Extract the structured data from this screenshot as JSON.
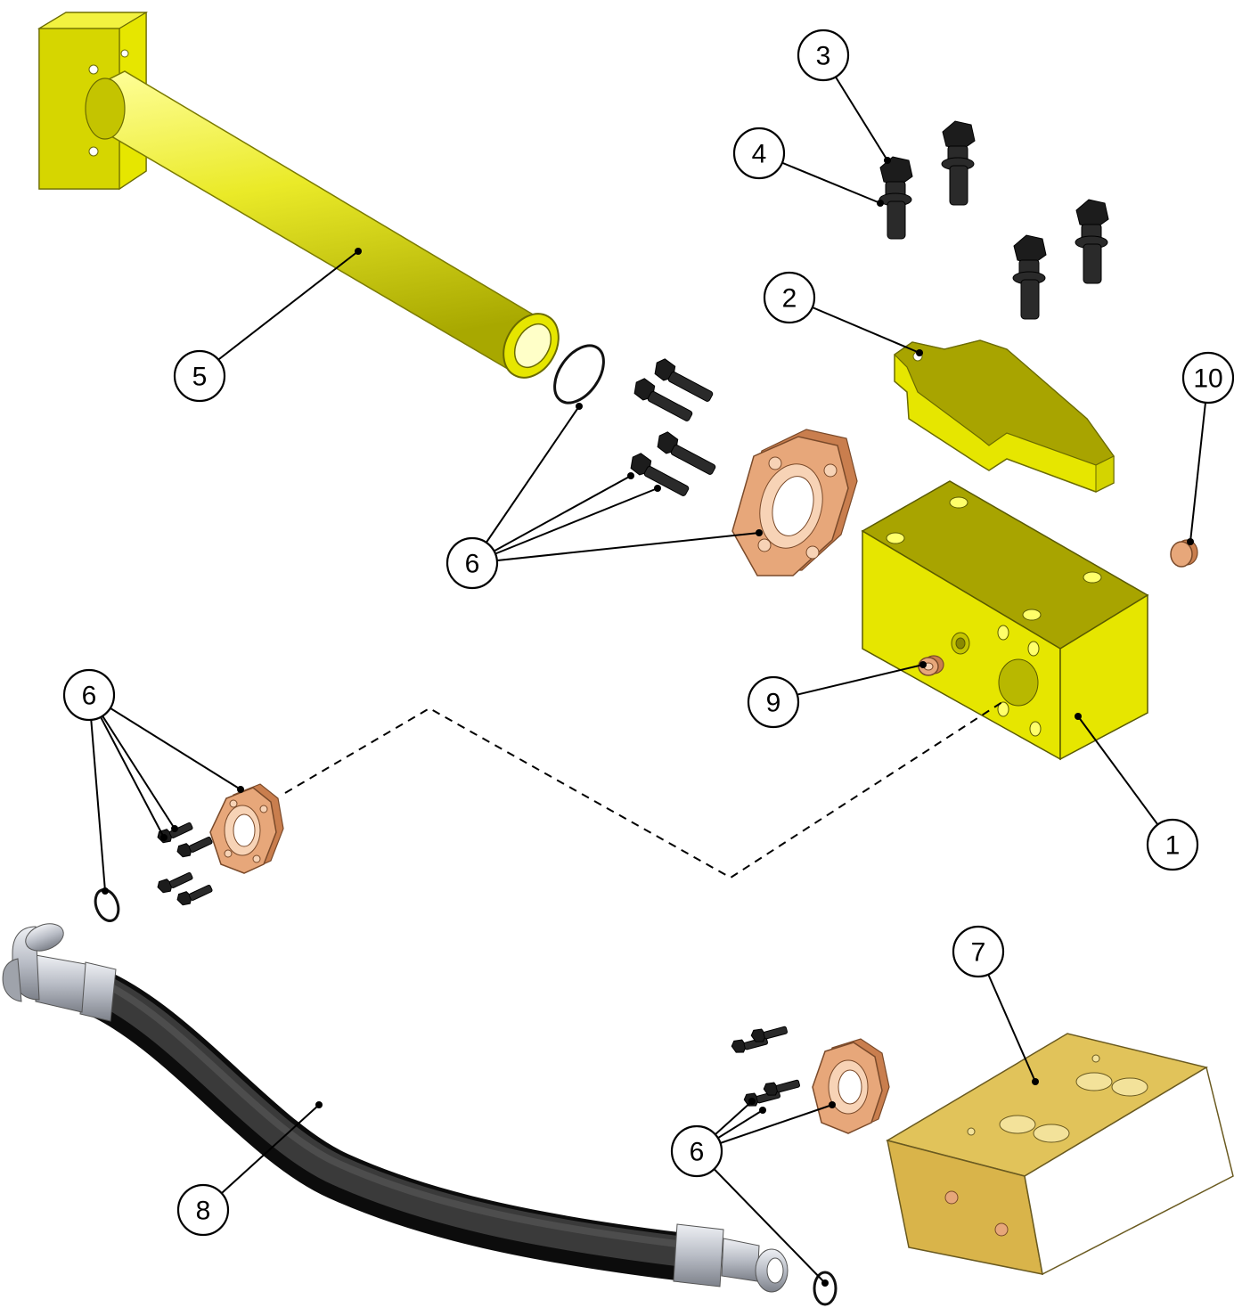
{
  "callouts": {
    "c1": "1",
    "c2": "2",
    "c3": "3",
    "c4": "4",
    "c5": "5",
    "c6a": "6",
    "c6b": "6",
    "c6c": "6",
    "c7": "7",
    "c8": "8",
    "c9": "9",
    "c10": "10"
  },
  "colors": {
    "manifold_yellow": "#e6e600",
    "pipe_yellow": "#eaea28",
    "flange_copper": "#e7a77a",
    "manifold_brass": "#e1c35a",
    "hose_black": "#2b2b2b",
    "fitting_silver": "#b9bdc6",
    "bolt_black": "#1c1c1c"
  }
}
